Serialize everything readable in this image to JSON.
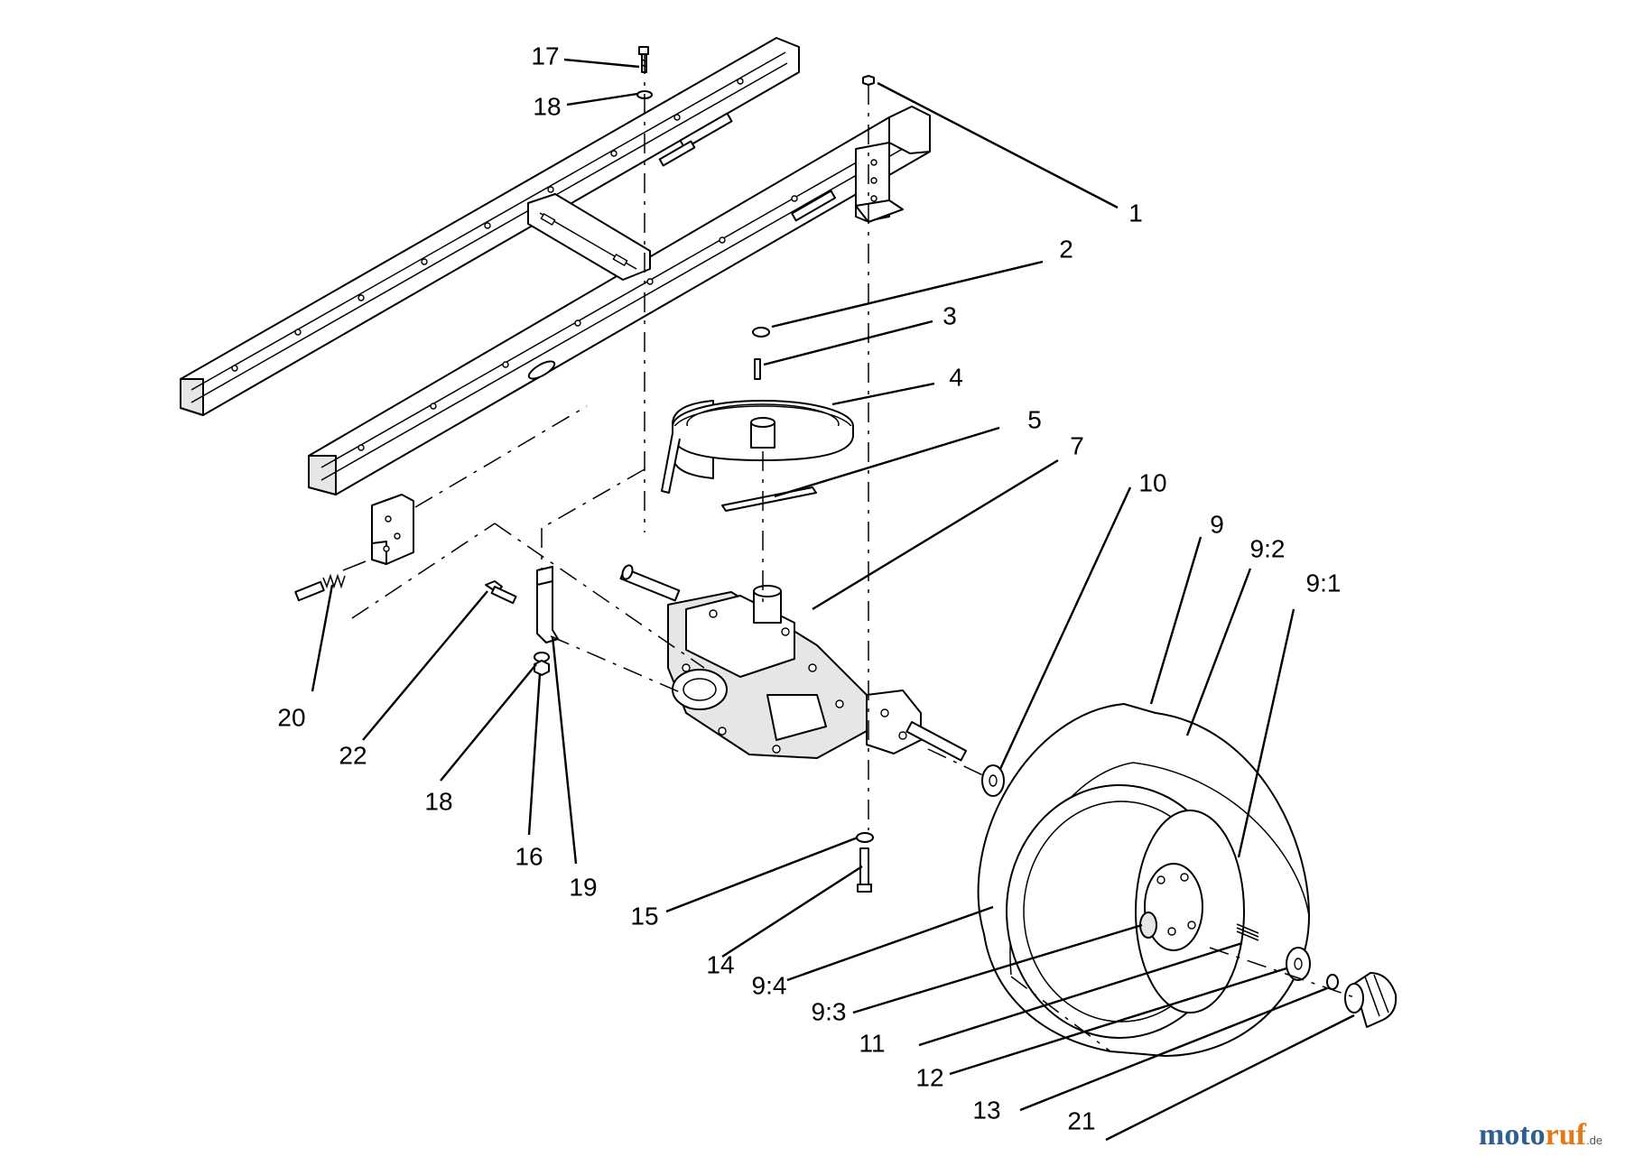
{
  "callouts": [
    "1",
    "2",
    "3",
    "4",
    "5",
    "7",
    "9",
    "9:1",
    "9:2",
    "9:3",
    "9:4",
    "10",
    "11",
    "12",
    "13",
    "14",
    "15",
    "16",
    "17",
    "18",
    "18",
    "19",
    "20",
    "21",
    "22"
  ],
  "watermark": {
    "part1": "moto",
    "part2": "ruf",
    "suffix": ".de"
  },
  "colors": {
    "line": "#000000",
    "background": "#ffffff",
    "watermark_blue": "#2e5f8f",
    "watermark_orange": "#e07a1a"
  }
}
